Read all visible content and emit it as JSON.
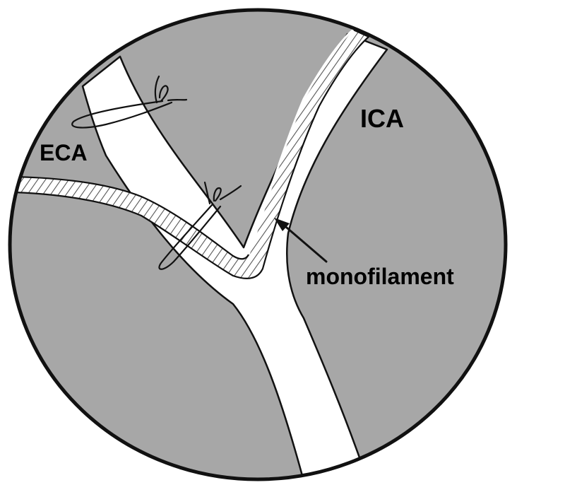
{
  "labels": {
    "eca": "ECA",
    "ica": "ICA",
    "monofilament": "monofilament"
  },
  "colors": {
    "tissue": "#a7a7a7",
    "vessel": "#ffffff",
    "outline": "#111111",
    "filament_hatch": "#555555"
  }
}
